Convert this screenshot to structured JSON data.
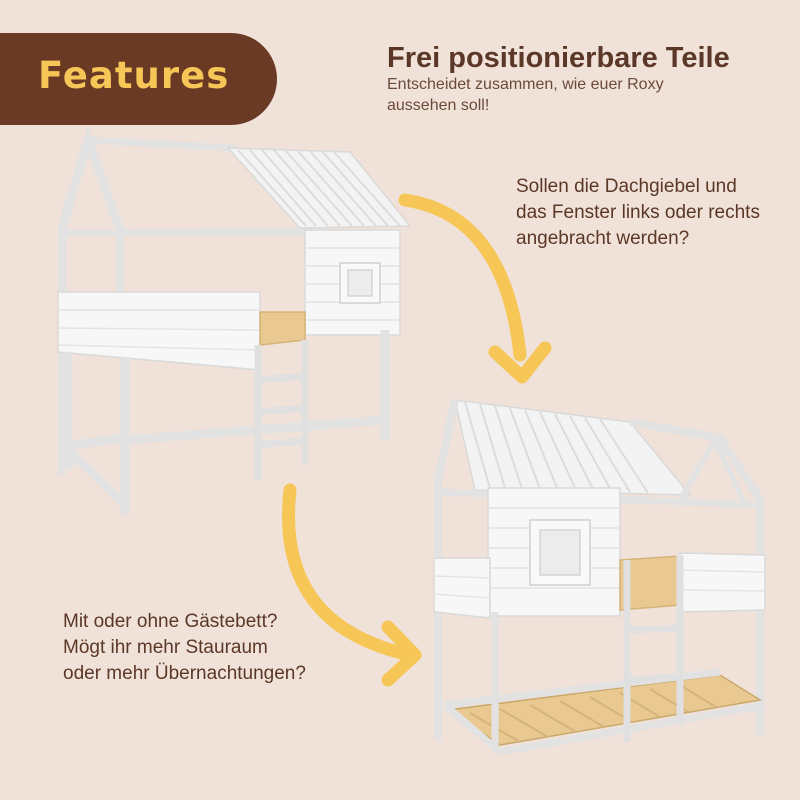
{
  "badge": {
    "label": "Features"
  },
  "header": {
    "title": "Frei positionierbare Teile",
    "subtitle_lines": [
      "Entscheidet zusammen, wie euer Roxy",
      "aussehen soll!"
    ]
  },
  "callouts": {
    "right": [
      "Sollen die Dachgiebel und",
      "das Fenster links oder rechts",
      "angebracht werden?"
    ],
    "left": [
      "Mit oder ohne Gästebett?",
      "Mögt ihr mehr Stauraum",
      "oder mehr Übernachtungen?"
    ]
  },
  "colors": {
    "background": "#f0e2d8",
    "badge": "#6b3a25",
    "badge_text": "#f6c657",
    "text": "#5b3727",
    "arrow": "#f6c657",
    "bed_white": "#f7f7f7",
    "slat_wood": "#e9c991"
  }
}
